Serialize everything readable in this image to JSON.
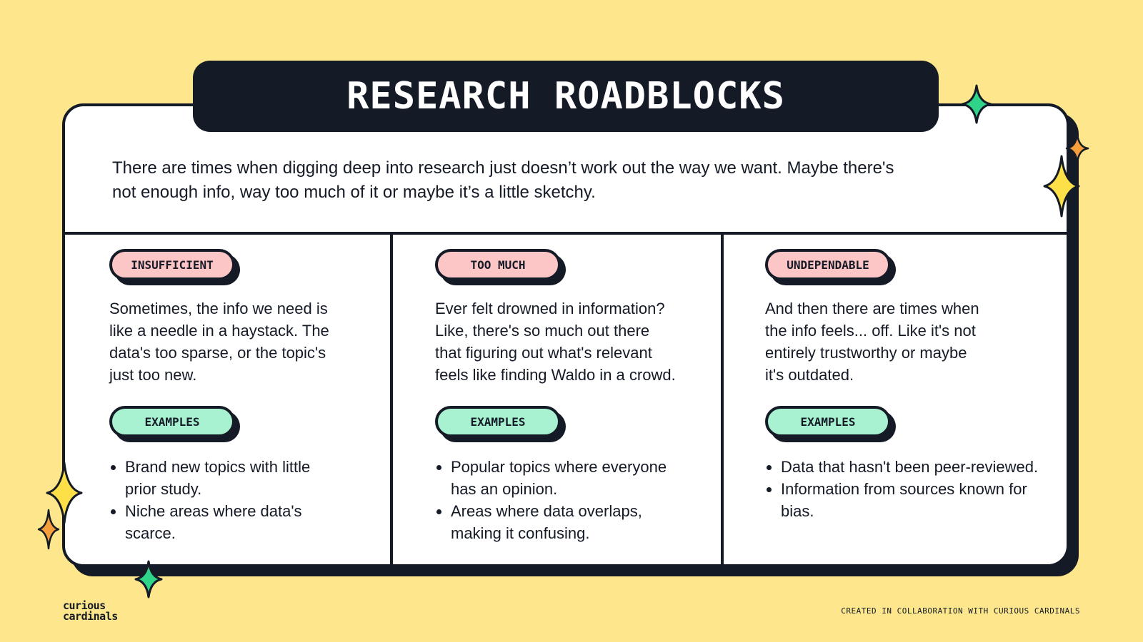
{
  "title": "RESEARCH ROADBLOCKS",
  "intro": "There are times when digging deep into research just doesn’t work out the way we want. Maybe there's not enough info, way too much of it or maybe it’s a little sketchy.",
  "columns": [
    {
      "tag": "INSUFFICIENT",
      "description": "Sometimes, the info we need is like a needle in a haystack. The data's too sparse, or the topic's just too new.",
      "examples_label": "EXAMPLES",
      "examples": [
        "Brand new topics with little prior study.",
        "Niche areas where data's scarce."
      ]
    },
    {
      "tag": "TOO MUCH",
      "description": "Ever felt drowned in information? Like, there's so much out there that figuring out what's relevant feels like finding Waldo in a crowd.",
      "examples_label": "EXAMPLES",
      "examples": [
        "Popular topics where everyone has an opinion.",
        "Areas where data overlaps, making it confusing."
      ]
    },
    {
      "tag": "UNDEPENDABLE",
      "description": "And then there are times when the info feels... off. Like it's not entirely trustworthy or maybe it's outdated.",
      "examples_label": "EXAMPLES",
      "examples": [
        "Data that hasn't been peer-reviewed.",
        "Information from sources known for bias."
      ]
    }
  ],
  "logo": {
    "line1": "curious",
    "line2": "cardinals"
  },
  "footer": "CREATED IN COLLABORATION WITH CURIOUS CARDINALS",
  "colors": {
    "background": "#fde68b",
    "dark": "#141a26",
    "tag_pink": "#fcc6c6",
    "tag_mint": "#a8f2d2",
    "star_green": "#2fd48a",
    "star_yellow": "#fde047",
    "star_orange": "#f59e3b"
  },
  "icons": [
    "sparkle-star-icon"
  ]
}
